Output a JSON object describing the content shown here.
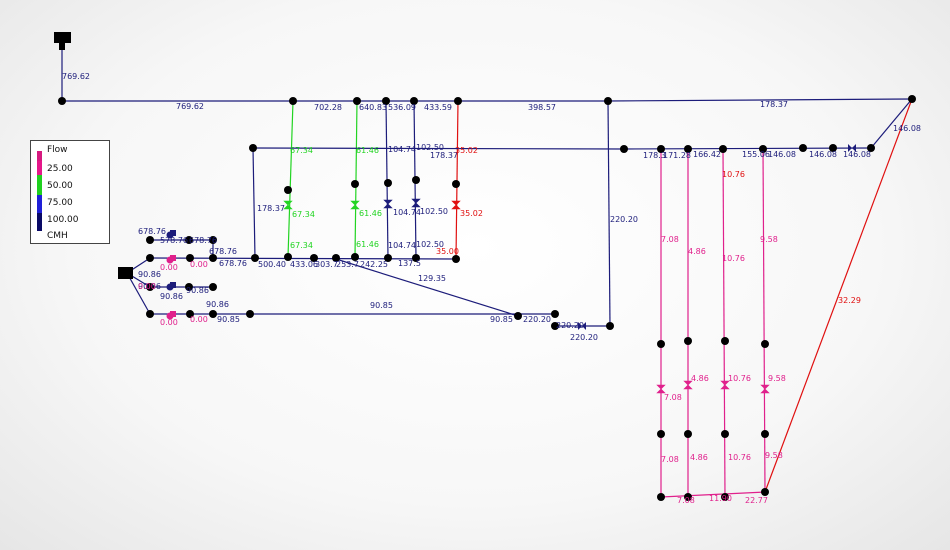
{
  "legend": {
    "title": "Flow",
    "caption": "CMH",
    "items": [
      {
        "label": "25.00",
        "color": "#d6197f"
      },
      {
        "label": "50.00",
        "color": "#e6168a"
      },
      {
        "label": "75.00",
        "color": "#1fd11f"
      },
      {
        "label": "100.00",
        "color": "#2020d8"
      },
      {
        "label": "",
        "color": "#0a0a66"
      }
    ]
  },
  "colors": {
    "navy": "#1c1c7a",
    "blue": "#1c1cd8",
    "green": "#22d422",
    "red": "#e01010",
    "magenta": "#e0208c",
    "node": "#000000"
  },
  "labels": [
    "769.62",
    "769.62",
    "702.28",
    "640.83",
    "536.09",
    "433.59",
    "398.57",
    "178.37",
    "146.08",
    "67.34",
    "61.46",
    "104.74",
    "102.50",
    "178.37",
    "35.02",
    "178.37",
    "67.34",
    "61.46",
    "104.74",
    "102.50",
    "35.02",
    "67.34",
    "61.46",
    "104.74",
    "102.50",
    "35.00",
    "500.40",
    "433.06",
    "303.7",
    "253.7",
    "242.25",
    "137.5",
    "678.76",
    "578.76",
    "678.76",
    "678.76",
    "678.76",
    "0.00",
    "0.00",
    "90.86",
    "90.86",
    "90.86",
    "90.86",
    "0.00",
    "90.86",
    "0.00",
    "0.00",
    "90.85",
    "90.85",
    "90.85",
    "220.20",
    "220.20",
    "220.20",
    "129.35",
    "220.20",
    "178.3",
    "171.28",
    "166.42",
    "155.06",
    "146.08",
    "146.08",
    "146.08",
    "10.76",
    "7.08",
    "4.86",
    "10.76",
    "9.58",
    "32.29",
    "7.08",
    "4.86",
    "10.76",
    "9.58",
    "7.08",
    "4.86",
    "10.76",
    "9.58",
    "7.08",
    "11.90",
    "22.77"
  ]
}
